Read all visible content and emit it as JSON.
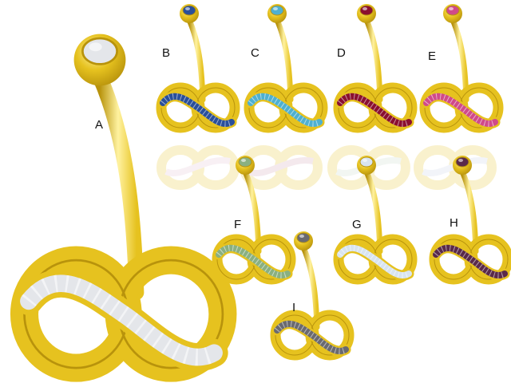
{
  "colors": {
    "gold": "#e6c21f",
    "gold_dark": "#b8930c",
    "gold_light": "#fff2a0"
  },
  "items": [
    {
      "label": "A",
      "stone_color": "#e4e6ea"
    },
    {
      "label": "B",
      "stone_color": "#2a4f9a"
    },
    {
      "label": "C",
      "stone_color": "#4fb0d0"
    },
    {
      "label": "D",
      "stone_color": "#8a1030"
    },
    {
      "label": "E",
      "stone_color": "#d04a8a"
    },
    {
      "label": "F",
      "stone_color": "#8ab080"
    },
    {
      "label": "G",
      "stone_color": "#d8e4f0"
    },
    {
      "label": "H",
      "stone_color": "#5a2a4a"
    },
    {
      "label": "I",
      "stone_color": "#6a6a70"
    }
  ]
}
